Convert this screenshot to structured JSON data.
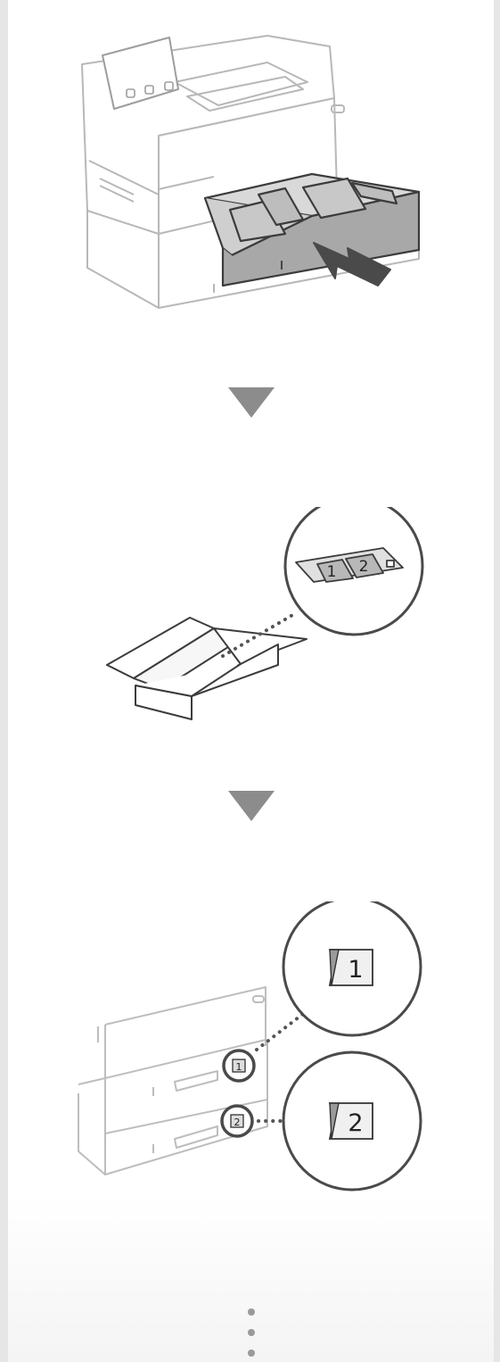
{
  "steps": [
    {
      "id": "insert-drawer",
      "icon": "printer-drawer-insert-illustration"
    },
    {
      "id": "unpack-labels",
      "icon": "box-with-label-sheet-illustration"
    },
    {
      "id": "attach-labels",
      "icon": "printer-drawers-labels-illustration"
    }
  ],
  "labels": {
    "sheet_one": "1",
    "sheet_two": "2",
    "upper_drawer": "1",
    "lower_drawer": "2",
    "zoom_one": "1",
    "zoom_two": "2"
  },
  "colors": {
    "arrow": "#8c8c8c",
    "line": "#b5b5b5",
    "dark": "#4a4a4a",
    "tray": "#9a9a9a"
  },
  "more_indicator": "vertical-ellipsis-icon"
}
